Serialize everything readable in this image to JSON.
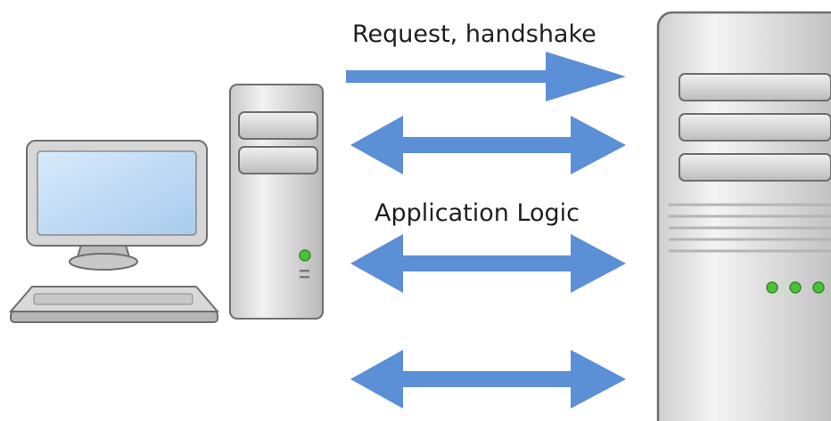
{
  "labels": {
    "request": "Request, handshake",
    "logic": "Application Logic"
  },
  "colors": {
    "arrow": "#5b8fd6",
    "case_light": "#eeeeee",
    "case_dark": "#a6a6a6",
    "outline": "#6e6e6e",
    "screen": "#bcd8f4",
    "led": "#49c23a"
  },
  "icons": [
    "desktop-monitor-icon",
    "keyboard-icon",
    "desktop-tower-icon",
    "server-icon"
  ],
  "arrows": [
    {
      "name": "request-arrow",
      "direction": "right"
    },
    {
      "name": "bidirectional-arrow-1",
      "direction": "both"
    },
    {
      "name": "bidirectional-arrow-2",
      "direction": "both"
    },
    {
      "name": "bidirectional-arrow-3",
      "direction": "both"
    }
  ]
}
